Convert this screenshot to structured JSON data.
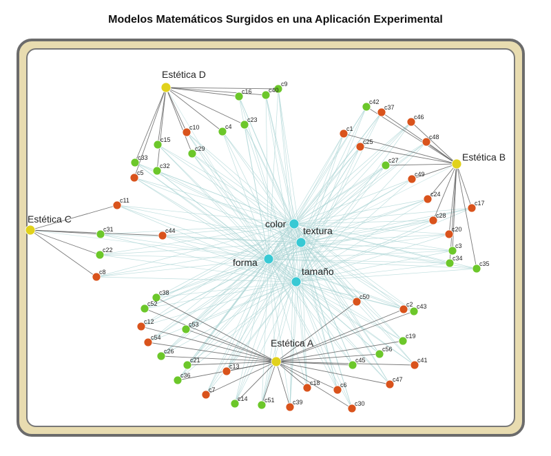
{
  "title": "Modelos Matemáticos Surgidos en una Aplicación Experimental",
  "colors": {
    "green": "#6cc72a",
    "red": "#d9531c",
    "yellow": "#e1d21c",
    "cyan": "#38c9d4",
    "hub_edge": "#a8d3d3",
    "aesthetic_edge": "#555555"
  },
  "nodes": [
    {
      "id": "color",
      "label": "color",
      "kind": "hub"
    },
    {
      "id": "textura",
      "label": "textura",
      "kind": "hub"
    },
    {
      "id": "forma",
      "label": "forma",
      "kind": "hub"
    },
    {
      "id": "tamano",
      "label": "tamaño",
      "kind": "hub"
    },
    {
      "id": "EA",
      "label": "Estética A",
      "kind": "aesthetic"
    },
    {
      "id": "EB",
      "label": "Estética B",
      "kind": "aesthetic"
    },
    {
      "id": "EC",
      "label": "Estética C",
      "kind": "aesthetic"
    },
    {
      "id": "ED",
      "label": "Estética D",
      "kind": "aesthetic"
    },
    {
      "id": "c16",
      "label": "c16",
      "kind": "green",
      "group": "ED"
    },
    {
      "id": "c40",
      "label": "c40",
      "kind": "green",
      "group": "ED"
    },
    {
      "id": "c9",
      "label": "c9",
      "kind": "green",
      "group": "ED"
    },
    {
      "id": "c23",
      "label": "c23",
      "kind": "green",
      "group": "ED"
    },
    {
      "id": "c4",
      "label": "c4",
      "kind": "green",
      "group": "ED"
    },
    {
      "id": "c10",
      "label": "c10",
      "kind": "red",
      "group": "ED"
    },
    {
      "id": "c15",
      "label": "c15",
      "kind": "green",
      "group": "ED"
    },
    {
      "id": "c29",
      "label": "c29",
      "kind": "green",
      "group": "ED"
    },
    {
      "id": "c33",
      "label": "c33",
      "kind": "green",
      "group": "ED"
    },
    {
      "id": "c32",
      "label": "c32",
      "kind": "green",
      "group": "ED"
    },
    {
      "id": "c5",
      "label": "c5",
      "kind": "red",
      "group": "ED"
    },
    {
      "id": "c42",
      "label": "c42",
      "kind": "green",
      "group": "EB"
    },
    {
      "id": "c37",
      "label": "c37",
      "kind": "red",
      "group": "EB"
    },
    {
      "id": "c46",
      "label": "c46",
      "kind": "red",
      "group": "EB"
    },
    {
      "id": "c1",
      "label": "c1",
      "kind": "red",
      "group": "EB"
    },
    {
      "id": "c25",
      "label": "c25",
      "kind": "red",
      "group": "EB"
    },
    {
      "id": "c48",
      "label": "c48",
      "kind": "red",
      "group": "EB"
    },
    {
      "id": "c27",
      "label": "c27",
      "kind": "green",
      "group": "EB"
    },
    {
      "id": "c49",
      "label": "c49",
      "kind": "red",
      "group": "EB"
    },
    {
      "id": "c24",
      "label": "c24",
      "kind": "red",
      "group": "EB"
    },
    {
      "id": "c17",
      "label": "c17",
      "kind": "red",
      "group": "EB"
    },
    {
      "id": "c28",
      "label": "c28",
      "kind": "red",
      "group": "EB"
    },
    {
      "id": "c20",
      "label": "c20",
      "kind": "red",
      "group": "EB"
    },
    {
      "id": "c3",
      "label": "c3",
      "kind": "green",
      "group": "EB"
    },
    {
      "id": "c34",
      "label": "c34",
      "kind": "green",
      "group": "EB"
    },
    {
      "id": "c35",
      "label": "c35",
      "kind": "green",
      "group": "EB"
    },
    {
      "id": "c11",
      "label": "c11",
      "kind": "red",
      "group": "EC"
    },
    {
      "id": "c31",
      "label": "c31",
      "kind": "green",
      "group": "EC"
    },
    {
      "id": "c44",
      "label": "c44",
      "kind": "red",
      "group": "EC"
    },
    {
      "id": "c22",
      "label": "c22",
      "kind": "green",
      "group": "EC"
    },
    {
      "id": "c8",
      "label": "c8",
      "kind": "red",
      "group": "EC"
    },
    {
      "id": "c38",
      "label": "c38",
      "kind": "green",
      "group": "EA"
    },
    {
      "id": "c52",
      "label": "c52",
      "kind": "green",
      "group": "EA"
    },
    {
      "id": "c12",
      "label": "c12",
      "kind": "red",
      "group": "EA"
    },
    {
      "id": "c53",
      "label": "c53",
      "kind": "green",
      "group": "EA"
    },
    {
      "id": "c54",
      "label": "c54",
      "kind": "red",
      "group": "EA"
    },
    {
      "id": "c26",
      "label": "c26",
      "kind": "green",
      "group": "EA"
    },
    {
      "id": "c21",
      "label": "c21",
      "kind": "green",
      "group": "EA"
    },
    {
      "id": "c36",
      "label": "c36",
      "kind": "green",
      "group": "EA"
    },
    {
      "id": "c13",
      "label": "c13",
      "kind": "red",
      "group": "EA"
    },
    {
      "id": "c7",
      "label": "c7",
      "kind": "red",
      "group": "EA"
    },
    {
      "id": "c14",
      "label": "c14",
      "kind": "green",
      "group": "EA"
    },
    {
      "id": "c51",
      "label": "c51",
      "kind": "green",
      "group": "EA"
    },
    {
      "id": "c39",
      "label": "c39",
      "kind": "red",
      "group": "EA"
    },
    {
      "id": "c18",
      "label": "c18",
      "kind": "red",
      "group": "EA"
    },
    {
      "id": "c6",
      "label": "c6",
      "kind": "red",
      "group": "EA"
    },
    {
      "id": "c30",
      "label": "c30",
      "kind": "red",
      "group": "EA"
    },
    {
      "id": "c50",
      "label": "c50",
      "kind": "red",
      "group": "EA"
    },
    {
      "id": "c2",
      "label": "c2",
      "kind": "red",
      "group": "EA"
    },
    {
      "id": "c43",
      "label": "c43",
      "kind": "green",
      "group": "EA"
    },
    {
      "id": "c19",
      "label": "c19",
      "kind": "green",
      "group": "EA"
    },
    {
      "id": "c56",
      "label": "c56",
      "kind": "green",
      "group": "EA"
    },
    {
      "id": "c45",
      "label": "c45",
      "kind": "green",
      "group": "EA"
    },
    {
      "id": "c41",
      "label": "c41",
      "kind": "red",
      "group": "EA"
    },
    {
      "id": "c47",
      "label": "c47",
      "kind": "red",
      "group": "EA"
    }
  ]
}
